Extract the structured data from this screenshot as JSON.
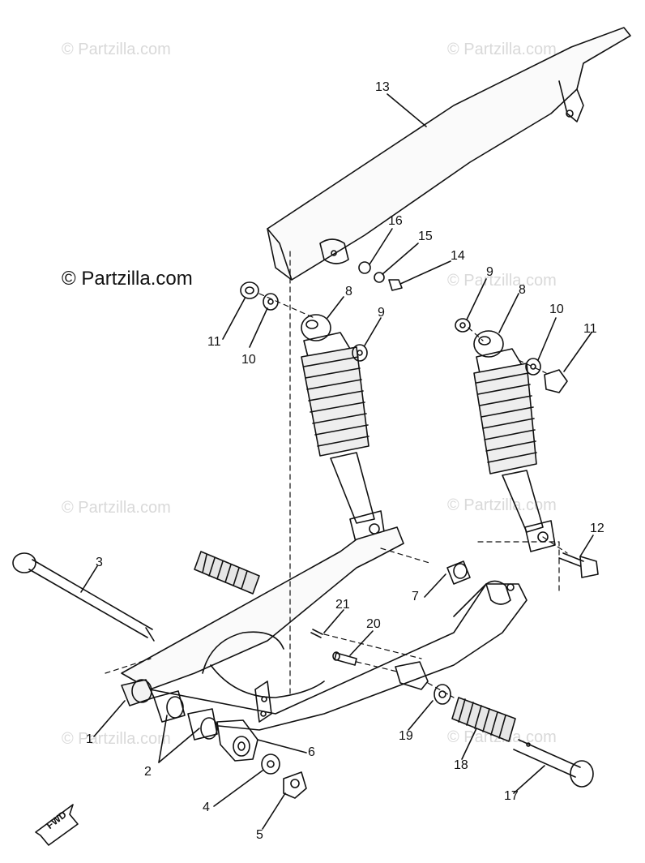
{
  "watermark": {
    "text": "© Partzilla.com",
    "prominent_text": "© Partzilla.com"
  },
  "fwd_label": "FWD",
  "callouts": [
    {
      "id": "13",
      "label": "13"
    },
    {
      "id": "16",
      "label": "16"
    },
    {
      "id": "15",
      "label": "15"
    },
    {
      "id": "14",
      "label": "14"
    },
    {
      "id": "11a",
      "label": "11"
    },
    {
      "id": "10a",
      "label": "10"
    },
    {
      "id": "8a",
      "label": "8"
    },
    {
      "id": "9a",
      "label": "9"
    },
    {
      "id": "9b",
      "label": "9"
    },
    {
      "id": "8b",
      "label": "8"
    },
    {
      "id": "10b",
      "label": "10"
    },
    {
      "id": "11b",
      "label": "11"
    },
    {
      "id": "12",
      "label": "12"
    },
    {
      "id": "3",
      "label": "3"
    },
    {
      "id": "7",
      "label": "7"
    },
    {
      "id": "21",
      "label": "21"
    },
    {
      "id": "20",
      "label": "20"
    },
    {
      "id": "1",
      "label": "1"
    },
    {
      "id": "6",
      "label": "6"
    },
    {
      "id": "2",
      "label": "2"
    },
    {
      "id": "19",
      "label": "19"
    },
    {
      "id": "18",
      "label": "18"
    },
    {
      "id": "17",
      "label": "17"
    },
    {
      "id": "4",
      "label": "4"
    },
    {
      "id": "5",
      "label": "5"
    }
  ]
}
